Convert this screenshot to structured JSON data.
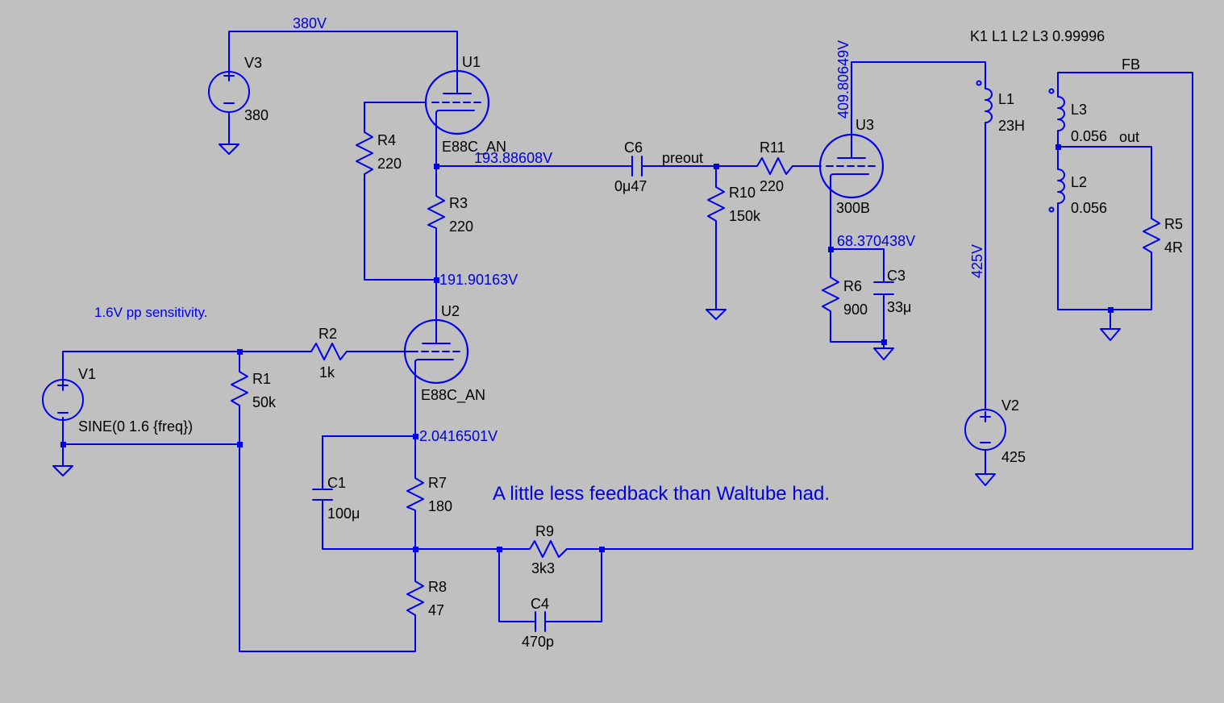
{
  "nets": {
    "n380": "380V",
    "u1_cathode": "193.88608V",
    "u2_anode": "191.90163V",
    "u2_cathode": "2.0416501V",
    "u3_anode": "409.80649V",
    "u3_cathode": "68.370438V",
    "hv": "425V",
    "preout": "preout",
    "fb": "FB",
    "out": "out"
  },
  "components": {
    "V3": {
      "ref": "V3",
      "value": "380"
    },
    "U1": {
      "ref": "U1",
      "model": "E88C_AN"
    },
    "R4": {
      "ref": "R4",
      "value": "220"
    },
    "R3": {
      "ref": "R3",
      "value": "220"
    },
    "C6": {
      "ref": "C6",
      "value": "0μ47"
    },
    "R11": {
      "ref": "R11",
      "value": "220"
    },
    "R10": {
      "ref": "R10",
      "value": "150k"
    },
    "U3": {
      "ref": "U3",
      "model": "300B"
    },
    "R6": {
      "ref": "R6",
      "value": "900"
    },
    "C3": {
      "ref": "C3",
      "value": "33μ"
    },
    "L1": {
      "ref": "L1",
      "value": "23H"
    },
    "L3": {
      "ref": "L3",
      "value": "0.056"
    },
    "L2": {
      "ref": "L2",
      "value": "0.056"
    },
    "R5": {
      "ref": "R5",
      "value": "4R"
    },
    "V2": {
      "ref": "V2",
      "value": "425"
    },
    "U2": {
      "ref": "U2",
      "model": "E88C_AN"
    },
    "R2": {
      "ref": "R2",
      "value": "1k"
    },
    "R1": {
      "ref": "R1",
      "value": "50k"
    },
    "V1": {
      "ref": "V1",
      "value": "SINE(0 1.6 {freq})"
    },
    "C1": {
      "ref": "C1",
      "value": "100μ"
    },
    "R7": {
      "ref": "R7",
      "value": "180"
    },
    "R8": {
      "ref": "R8",
      "value": "47"
    },
    "R9": {
      "ref": "R9",
      "value": "3k3"
    },
    "C4": {
      "ref": "C4",
      "value": "470p"
    }
  },
  "directive": "K1 L1 L2 L3 0.99996",
  "comments": {
    "sensitivity": "1.6V pp sensitivity.",
    "feedback": "A little less feedback than Waltube had."
  }
}
